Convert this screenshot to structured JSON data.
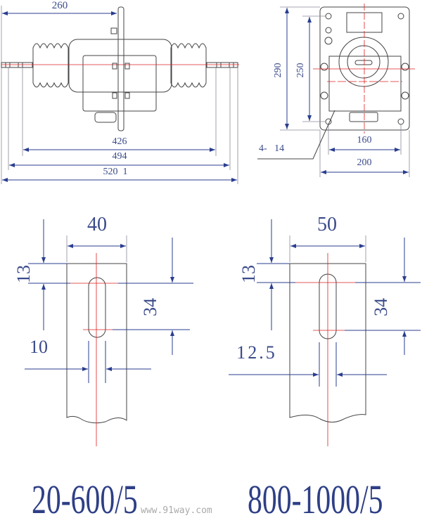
{
  "side_view": {
    "dim_260": "260",
    "dim_426": "426",
    "dim_494": "494",
    "dim_520": "520  1"
  },
  "front_view": {
    "dim_290": "290",
    "dim_250": "250",
    "dim_160": "160",
    "dim_200": "200",
    "hole_label": "4-   14"
  },
  "terminal_small": {
    "width": "40",
    "top_offset": "13",
    "slot_length": "34",
    "slot_width": "10",
    "rating": "20-600/5"
  },
  "terminal_large": {
    "width": "50",
    "top_offset": "13",
    "slot_length": "34",
    "slot_width": "12.5",
    "rating": "800-1000/5"
  },
  "watermark": "www.91way.com",
  "colors": {
    "dimension": "#3a4a8a",
    "centerline": "#dd2222",
    "title": "#2e3f86"
  }
}
